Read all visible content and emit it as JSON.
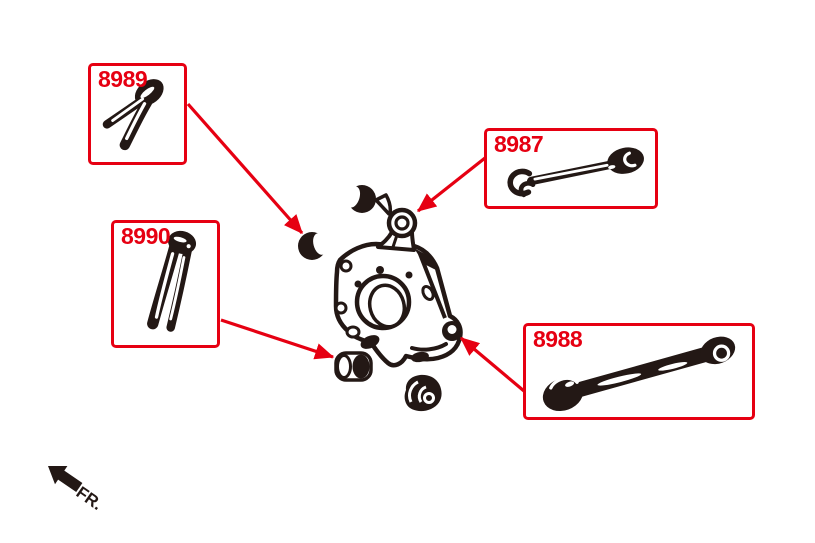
{
  "diagram": {
    "background_color": "#ffffff",
    "accent_red": "#e60012",
    "ink_black": "#231815",
    "callouts": [
      {
        "number": "8989",
        "part": "rear-upper-fork-arm"
      },
      {
        "number": "8990",
        "part": "rear-lower-fork-arm"
      },
      {
        "number": "8987",
        "part": "rear-upper-link"
      },
      {
        "number": "8988",
        "part": "rear-lateral-link"
      }
    ],
    "front_label": "FR."
  }
}
